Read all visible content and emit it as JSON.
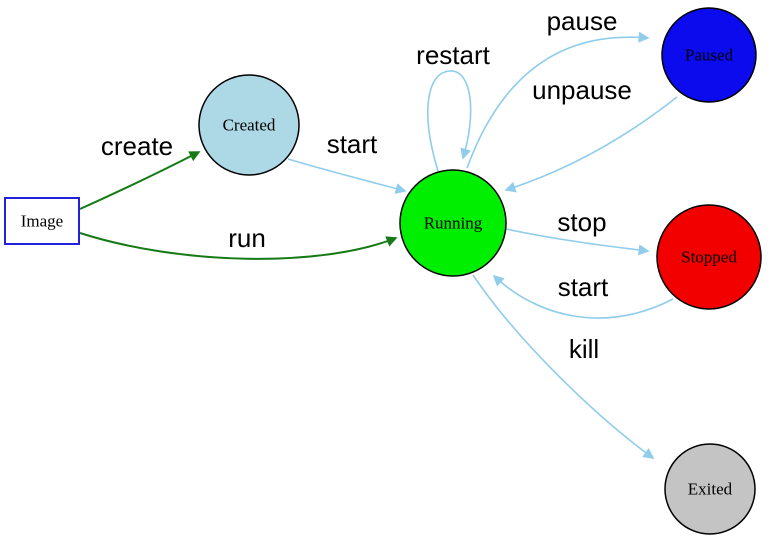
{
  "diagram": {
    "kind": "state-diagram",
    "background": "#ffffff",
    "palette": {
      "edge_blue": "#8fcdeb",
      "edge_green": "#157a15",
      "node_stroke": "#000000",
      "image_border": "#2222dd",
      "label_color": "#000000"
    },
    "nodes": [
      {
        "id": "image",
        "label": "Image",
        "shape": "rect",
        "fill": "#ffffff",
        "stroke": "#2222dd"
      },
      {
        "id": "created",
        "label": "Created",
        "shape": "circle",
        "fill": "#add8e6",
        "stroke": "#000000"
      },
      {
        "id": "running",
        "label": "Running",
        "shape": "circle",
        "fill": "#00ee00",
        "stroke": "#000000"
      },
      {
        "id": "paused",
        "label": "Paused",
        "shape": "circle",
        "fill": "#0b0bee",
        "stroke": "#000000"
      },
      {
        "id": "stopped",
        "label": "Stopped",
        "shape": "circle",
        "fill": "#f20000",
        "stroke": "#000000"
      },
      {
        "id": "exited",
        "label": "Exited",
        "shape": "circle",
        "fill": "#c4c4c4",
        "stroke": "#000000"
      }
    ],
    "edges": [
      {
        "id": "create",
        "from": "image",
        "to": "created",
        "label": "create",
        "color": "#157a15"
      },
      {
        "id": "run",
        "from": "image",
        "to": "running",
        "label": "run",
        "color": "#157a15"
      },
      {
        "id": "start-created-running",
        "from": "created",
        "to": "running",
        "label": "start",
        "color": "#8fcdeb"
      },
      {
        "id": "restart",
        "from": "running",
        "to": "running",
        "label": "restart",
        "color": "#8fcdeb"
      },
      {
        "id": "pause",
        "from": "running",
        "to": "paused",
        "label": "pause",
        "color": "#8fcdeb"
      },
      {
        "id": "unpause",
        "from": "paused",
        "to": "running",
        "label": "unpause",
        "color": "#8fcdeb"
      },
      {
        "id": "stop",
        "from": "running",
        "to": "stopped",
        "label": "stop",
        "color": "#8fcdeb"
      },
      {
        "id": "start-stopped-running",
        "from": "stopped",
        "to": "running",
        "label": "start",
        "color": "#8fcdeb"
      },
      {
        "id": "kill",
        "from": "running",
        "to": "exited",
        "label": "kill",
        "color": "#8fcdeb"
      }
    ]
  }
}
